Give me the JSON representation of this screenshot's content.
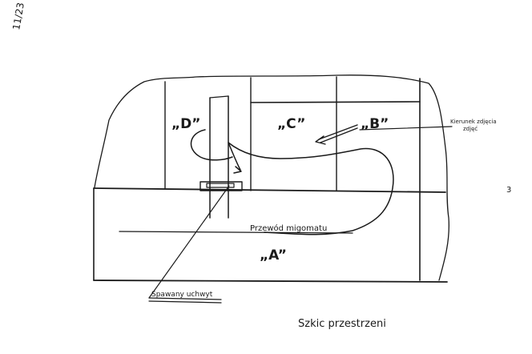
{
  "page_ref": "11/23",
  "title": "Szkic przestrzeni",
  "regions": {
    "a": "„A”",
    "b": "„B”",
    "c": "„C”",
    "d": "„D”"
  },
  "labels": {
    "cable": "Przewód migomatu",
    "holder": "Spawany uchwyt",
    "direction_line1": "Kierunek zdjęcia",
    "direction_line2": "zdjęć"
  },
  "margin_mark": "3"
}
